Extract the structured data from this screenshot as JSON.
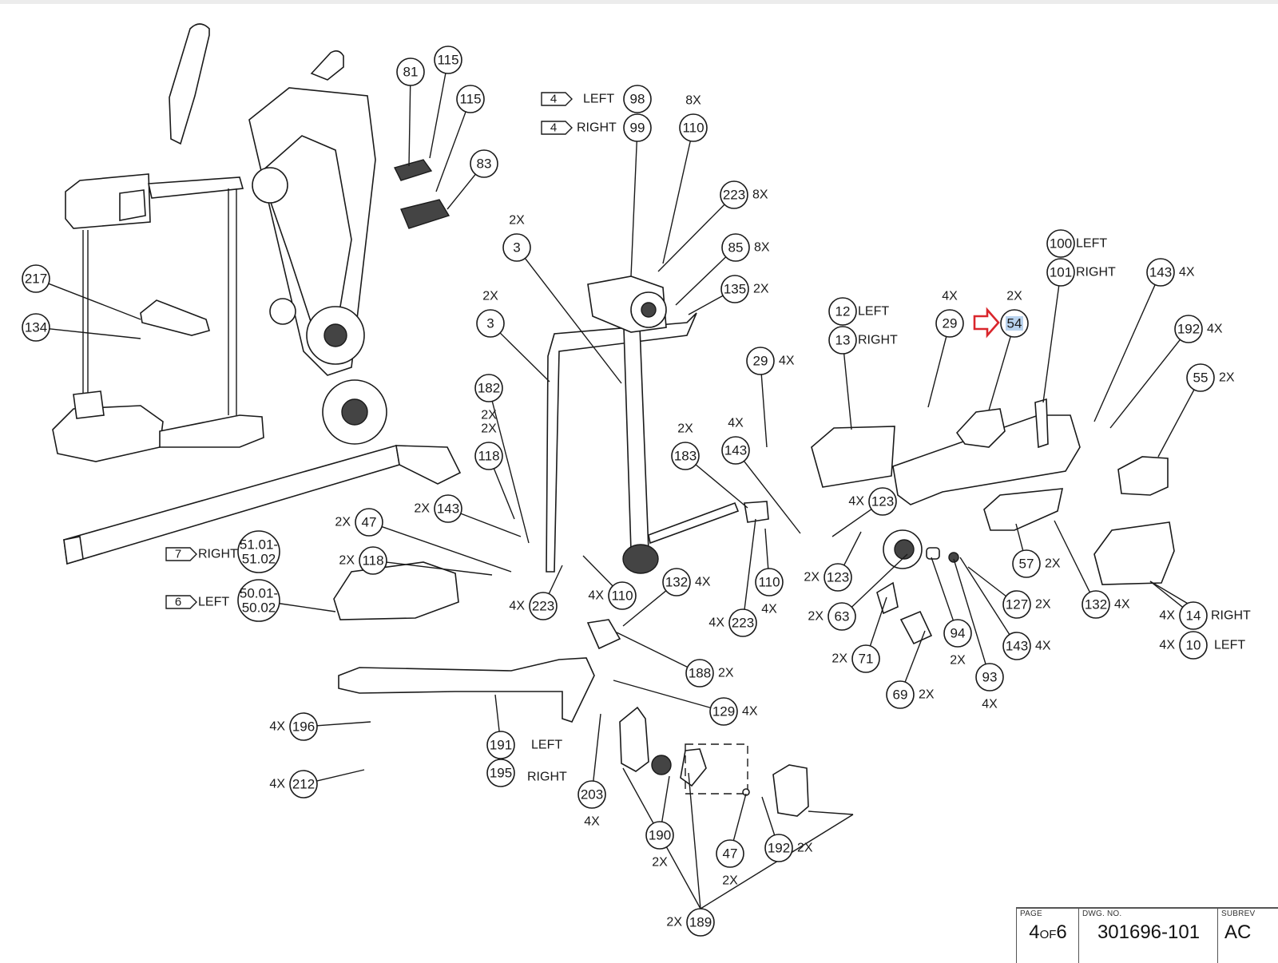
{
  "drawing": {
    "type": "exploded parts diagram",
    "highlight_color": "#d9262c",
    "selection_color": "#b9d3ee"
  },
  "title_block": {
    "page_label": "PAGE",
    "page_current": "4",
    "page_of": "OF",
    "page_total": "6",
    "dwg_label": "DWG. NO.",
    "dwg_number": "301696-101",
    "subrev_label": "SUBREV",
    "subrev_value": "AC"
  },
  "view_flags": [
    {
      "number": "4",
      "side": "LEFT",
      "part": "98"
    },
    {
      "number": "4",
      "side": "RIGHT",
      "part": "99"
    },
    {
      "number": "7",
      "side": "RIGHT",
      "part": "51.01-51.02"
    },
    {
      "number": "6",
      "side": "LEFT",
      "part": "50.01-50.02"
    }
  ],
  "callouts": [
    {
      "id": "c81",
      "label": "81",
      "qty": ""
    },
    {
      "id": "c115a",
      "label": "115",
      "qty": ""
    },
    {
      "id": "c115b",
      "label": "115",
      "qty": ""
    },
    {
      "id": "c83",
      "label": "83",
      "qty": ""
    },
    {
      "id": "c98",
      "label": "98",
      "qty": "",
      "side": "LEFT"
    },
    {
      "id": "c99",
      "label": "99",
      "qty": "",
      "side": "RIGHT"
    },
    {
      "id": "c110a",
      "label": "110",
      "qty": "8X"
    },
    {
      "id": "c223a",
      "label": "223",
      "qty": "8X"
    },
    {
      "id": "c85",
      "label": "85",
      "qty": "8X"
    },
    {
      "id": "c135",
      "label": "135",
      "qty": "2X"
    },
    {
      "id": "c3a",
      "label": "3",
      "qty": "2X"
    },
    {
      "id": "c3b",
      "label": "3",
      "qty": "2X"
    },
    {
      "id": "c182",
      "label": "182",
      "qty": "2X"
    },
    {
      "id": "c118a",
      "label": "118",
      "qty": "2X"
    },
    {
      "id": "c143a",
      "label": "143",
      "qty": "2X"
    },
    {
      "id": "c47a",
      "label": "47",
      "qty": "2X"
    },
    {
      "id": "c118b",
      "label": "118",
      "qty": "2X"
    },
    {
      "id": "c5101",
      "label": "51.01-51.02",
      "qty": ""
    },
    {
      "id": "c5001",
      "label": "50.01-50.02",
      "qty": ""
    },
    {
      "id": "c217",
      "label": "217",
      "qty": ""
    },
    {
      "id": "c134",
      "label": "134",
      "qty": ""
    },
    {
      "id": "c223b",
      "label": "223",
      "qty": "4X"
    },
    {
      "id": "c110b",
      "label": "110",
      "qty": "4X"
    },
    {
      "id": "c183",
      "label": "183",
      "qty": "2X"
    },
    {
      "id": "c143b",
      "label": "143",
      "qty": "4X"
    },
    {
      "id": "c132a",
      "label": "132",
      "qty": "4X"
    },
    {
      "id": "c110c",
      "label": "110",
      "qty": "4X"
    },
    {
      "id": "c223c",
      "label": "223",
      "qty": "4X"
    },
    {
      "id": "c29a",
      "label": "29",
      "qty": "4X"
    },
    {
      "id": "c12",
      "label": "12",
      "qty": "",
      "side": "LEFT"
    },
    {
      "id": "c13",
      "label": "13",
      "qty": "",
      "side": "RIGHT"
    },
    {
      "id": "c29b",
      "label": "29",
      "qty": "4X"
    },
    {
      "id": "c54",
      "label": "54",
      "qty": "2X",
      "selected": true
    },
    {
      "id": "c100",
      "label": "100",
      "qty": "",
      "side": "LEFT"
    },
    {
      "id": "c101",
      "label": "101",
      "qty": "",
      "side": "RIGHT"
    },
    {
      "id": "c143c",
      "label": "143",
      "qty": "4X"
    },
    {
      "id": "c192a",
      "label": "192",
      "qty": "4X"
    },
    {
      "id": "c55",
      "label": "55",
      "qty": "2X"
    },
    {
      "id": "c123a",
      "label": "123",
      "qty": "4X"
    },
    {
      "id": "c123b",
      "label": "123",
      "qty": "2X"
    },
    {
      "id": "c63",
      "label": "63",
      "qty": "2X"
    },
    {
      "id": "c71",
      "label": "71",
      "qty": "2X"
    },
    {
      "id": "c69",
      "label": "69",
      "qty": "2X"
    },
    {
      "id": "c94",
      "label": "94",
      "qty": "2X"
    },
    {
      "id": "c93",
      "label": "93",
      "qty": "4X"
    },
    {
      "id": "c143d",
      "label": "143",
      "qty": "4X"
    },
    {
      "id": "c127",
      "label": "127",
      "qty": "2X"
    },
    {
      "id": "c57",
      "label": "57",
      "qty": "2X"
    },
    {
      "id": "c132b",
      "label": "132",
      "qty": "4X"
    },
    {
      "id": "c14",
      "label": "14",
      "qty": "4X",
      "side": "RIGHT"
    },
    {
      "id": "c10",
      "label": "10",
      "qty": "4X",
      "side": "LEFT"
    },
    {
      "id": "c188",
      "label": "188",
      "qty": "2X"
    },
    {
      "id": "c129",
      "label": "129",
      "qty": "4X"
    },
    {
      "id": "c196",
      "label": "196",
      "qty": "4X"
    },
    {
      "id": "c212",
      "label": "212",
      "qty": "4X"
    },
    {
      "id": "c191",
      "label": "191",
      "qty": "",
      "side": "LEFT"
    },
    {
      "id": "c195",
      "label": "195",
      "qty": "",
      "side": "RIGHT"
    },
    {
      "id": "c203",
      "label": "203",
      "qty": "4X"
    },
    {
      "id": "c190",
      "label": "190",
      "qty": "2X"
    },
    {
      "id": "c47b",
      "label": "47",
      "qty": "2X"
    },
    {
      "id": "c192b",
      "label": "192",
      "qty": "2X"
    },
    {
      "id": "c189",
      "label": "189",
      "qty": "2X"
    }
  ],
  "pointer": {
    "icon": "arrow-right-outline-icon",
    "target": "54"
  }
}
